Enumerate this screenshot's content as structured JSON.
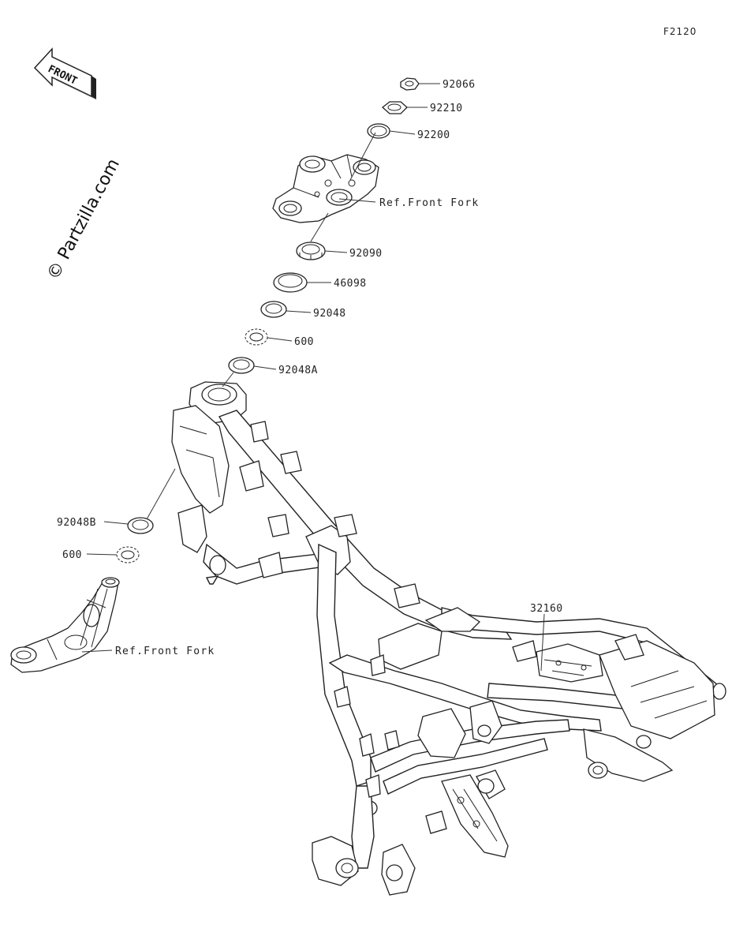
{
  "diagram_code": "F2120",
  "watermark": "© Partzilla.com",
  "front_arrow": {
    "label": "FRONT",
    "icon": "front-direction-arrow-icon"
  },
  "callouts": [
    {
      "id": "nut-top",
      "part_number": "92066"
    },
    {
      "id": "locknut",
      "part_number": "92210"
    },
    {
      "id": "washer",
      "part_number": "92200"
    },
    {
      "id": "upper-bracket",
      "part_number": "Ref.Front Fork"
    },
    {
      "id": "stem-nut",
      "part_number": "92090"
    },
    {
      "id": "dust-cap",
      "part_number": "46098"
    },
    {
      "id": "upper-race",
      "part_number": "92048"
    },
    {
      "id": "upper-bearing",
      "part_number": "600"
    },
    {
      "id": "upper-race-a",
      "part_number": "92048A"
    },
    {
      "id": "lower-race-b",
      "part_number": "92048B"
    },
    {
      "id": "lower-bearing",
      "part_number": "600"
    },
    {
      "id": "lower-bracket",
      "part_number": "Ref.Front Fork"
    },
    {
      "id": "frame",
      "part_number": "32160"
    }
  ]
}
